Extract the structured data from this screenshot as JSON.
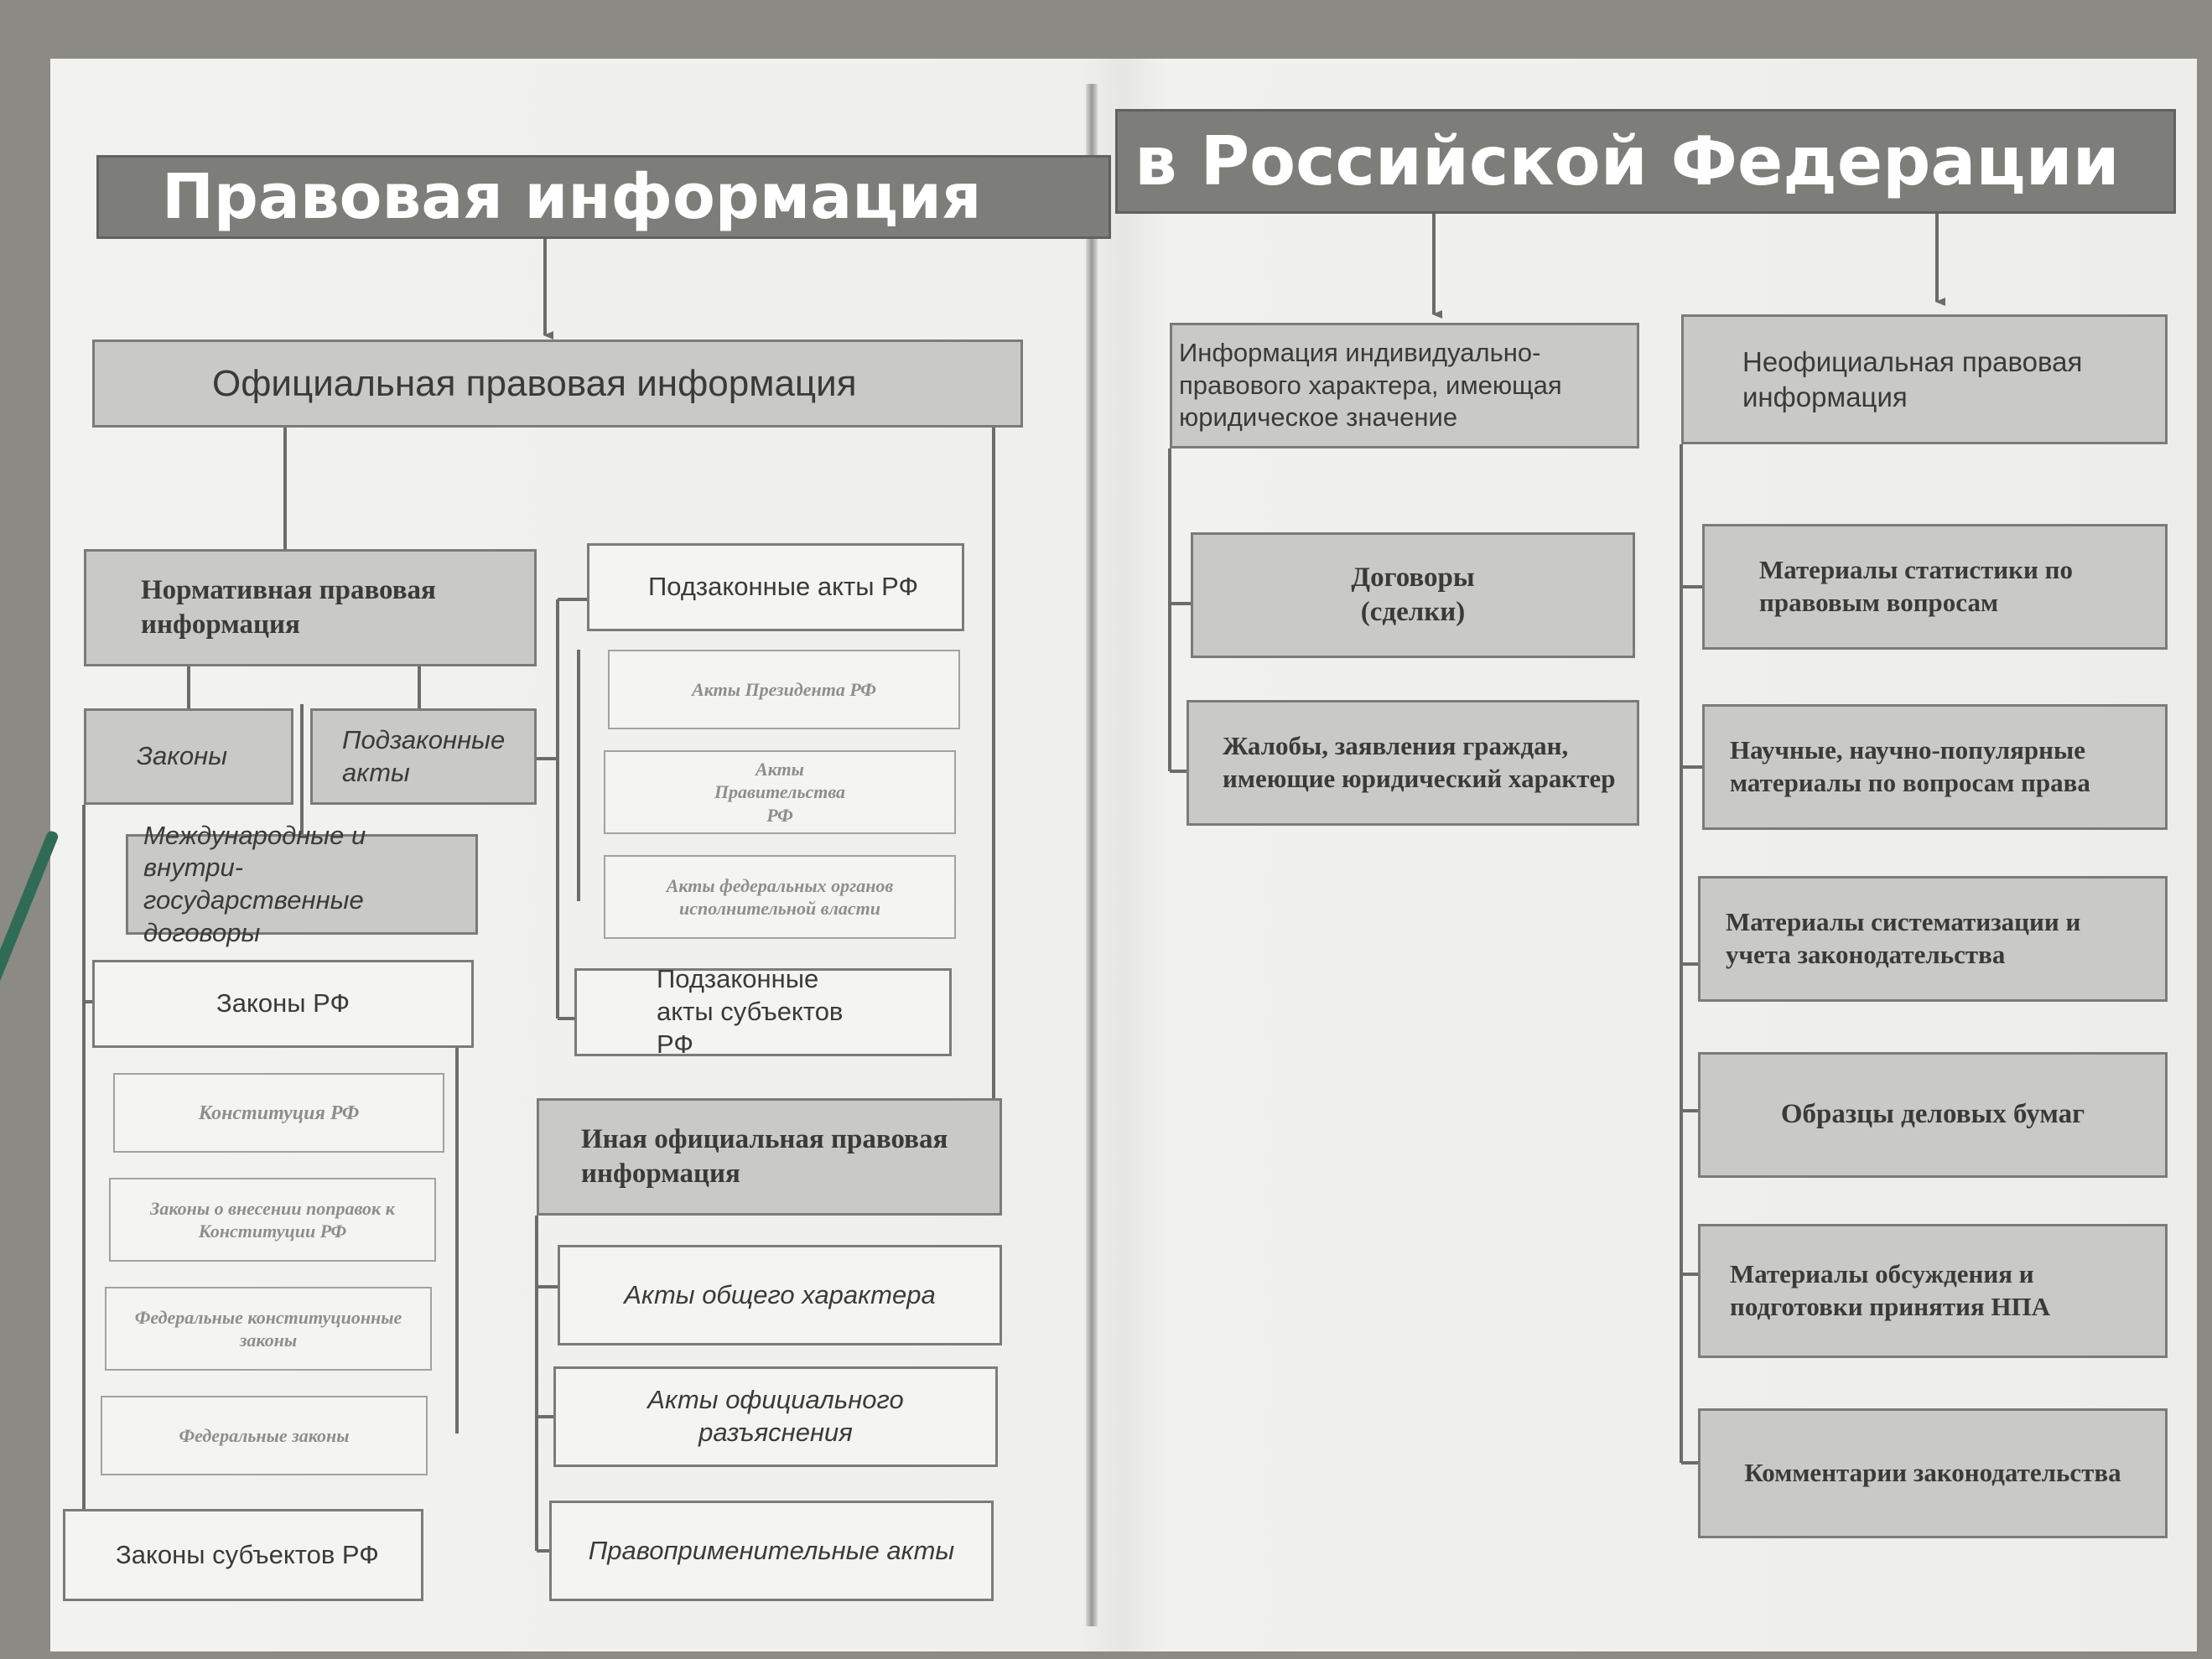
{
  "title": {
    "left": "Правовая информация",
    "right": "в Российской Федерации"
  },
  "official": {
    "label": "Официальная правовая информация",
    "normative": {
      "label": "Нормативная правовая информация",
      "laws": "Законы",
      "subordinate_acts": "Подзаконные акты",
      "treaties": "Международные и внутри-государственные договоры",
      "laws_rf": {
        "label": "Законы РФ",
        "items": [
          "Конституция РФ",
          "Законы о внесении поправок к Конституции РФ",
          "Федеральные конституционные законы",
          "Федеральные законы"
        ]
      },
      "laws_subjects": "Законы субъектов РФ",
      "subordinate_rf": {
        "label": "Подзаконные акты РФ",
        "items": [
          "Акты Президента РФ",
          "Акты Правительства РФ",
          "Акты федеральных органов исполнительной власти"
        ]
      },
      "subordinate_subjects": "Подзаконные акты субъектов РФ"
    },
    "other": {
      "label": "Иная официальная правовая информация",
      "items": [
        "Акты общего характера",
        "Акты официального разъяснения",
        "Правоприменительные акты"
      ]
    }
  },
  "individual": {
    "label": "Информация индивидуально-правового характера, имеющая юридическое значение",
    "items": [
      "Договоры (сделки)",
      "Жалобы, заявления граждан, имеющие юридический характер"
    ]
  },
  "unofficial": {
    "label": "Неофициальная правовая информация",
    "items": [
      "Материалы статистики по правовым вопросам",
      "Научные, научно-популярные материалы по вопросам права",
      "Материалы систематизации и учета законодательства",
      "Образцы деловых бумаг",
      "Материалы обсуждения и подготовки принятия НПА",
      "Комментарии законодательства"
    ]
  }
}
